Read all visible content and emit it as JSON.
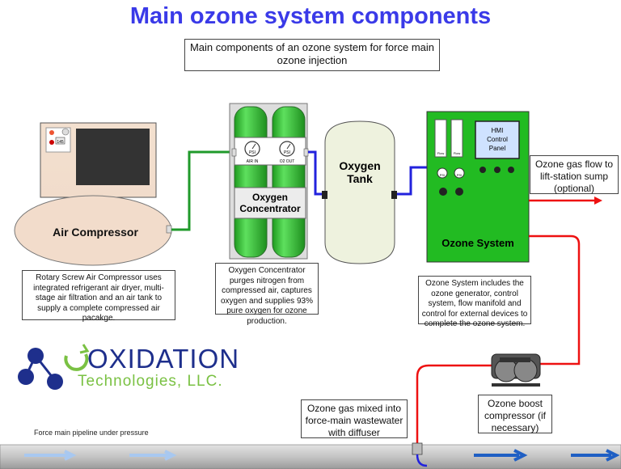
{
  "title": "Main ozone system components",
  "subtitle": "Main components of an ozone system for force main ozone injection",
  "air_compressor": {
    "label": "Air Compressor",
    "gauge_value": "145",
    "description": "Rotary Screw Air Compressor uses integrated refrigerant air dryer, multi-stage air filtration and an air tank to supply a complete compressed air pacakge."
  },
  "oxygen_concentrator": {
    "label_line1": "Oxygen",
    "label_line2": "Concentrator",
    "gauge_left_unit": "PSI",
    "gauge_right_unit": "PSI",
    "port_left": "AIR IN",
    "port_right": "O2 OUT",
    "description": "Oxygen Concentrator purges nitrogen from compressed air, captures oxygen and supplies 93% pure oxygen for ozone production."
  },
  "oxygen_tank": {
    "label_line1": "Oxygen",
    "label_line2": "Tank"
  },
  "ozone_system": {
    "label": "Ozone System",
    "hmi_line1": "HMI",
    "hmi_line2": "Control",
    "hmi_line3": "Panel",
    "flow_label_1": "Flow",
    "flow_label_2": "Flow",
    "gauge_unit_1": "PSI",
    "gauge_unit_2": "PSI",
    "description": "Ozone System includes the ozone generator, control system, flow manifold and control for external devices to complete the ozone system."
  },
  "ozone_gas_flow": "Ozone gas flow to lift-station sump (optional)",
  "boost_compressor": "Ozone boost compressor (if necessary)",
  "mixed_into": "Ozone gas mixed into force-main wastewater with diffuser",
  "pipeline_label": "Force main pipeline under pressure",
  "logo": {
    "name": "OXIDATION",
    "tagline": "Technologies, LLC."
  },
  "colors": {
    "title_blue": "#3a3ae8",
    "green_tank": "#33cc33",
    "ozone_green": "#22bb22",
    "air_line": "#1f9a2a",
    "oxygen_line": "#2222dd",
    "ozone_line": "#ee1111",
    "pipe_gray": "#c8c8c8",
    "logo_blue": "#1e2f8c",
    "logo_green": "#7ac143"
  }
}
